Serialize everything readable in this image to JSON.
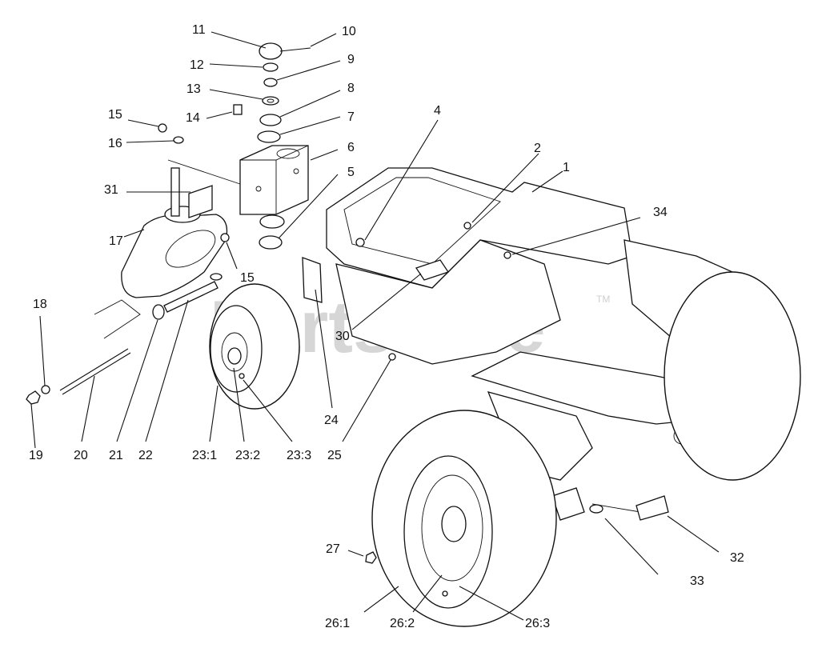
{
  "watermark": {
    "text": "PartsTree",
    "trademark": "TM"
  },
  "callouts": [
    {
      "id": "c1",
      "text": "1"
    },
    {
      "id": "c2",
      "text": "2"
    },
    {
      "id": "c4",
      "text": "4"
    },
    {
      "id": "c5",
      "text": "5"
    },
    {
      "id": "c6",
      "text": "6"
    },
    {
      "id": "c7",
      "text": "7"
    },
    {
      "id": "c8",
      "text": "8"
    },
    {
      "id": "c9",
      "text": "9"
    },
    {
      "id": "c10",
      "text": "10"
    },
    {
      "id": "c11",
      "text": "11"
    },
    {
      "id": "c12",
      "text": "12"
    },
    {
      "id": "c13",
      "text": "13"
    },
    {
      "id": "c14",
      "text": "14"
    },
    {
      "id": "c15a",
      "text": "15"
    },
    {
      "id": "c15b",
      "text": "15"
    },
    {
      "id": "c16",
      "text": "16"
    },
    {
      "id": "c17",
      "text": "17"
    },
    {
      "id": "c18",
      "text": "18"
    },
    {
      "id": "c19",
      "text": "19"
    },
    {
      "id": "c20",
      "text": "20"
    },
    {
      "id": "c21",
      "text": "21"
    },
    {
      "id": "c22",
      "text": "22"
    },
    {
      "id": "c23_1",
      "text": "23:1"
    },
    {
      "id": "c23_2",
      "text": "23:2"
    },
    {
      "id": "c23_3",
      "text": "23:3"
    },
    {
      "id": "c24",
      "text": "24"
    },
    {
      "id": "c25",
      "text": "25"
    },
    {
      "id": "c26_1",
      "text": "26:1"
    },
    {
      "id": "c26_2",
      "text": "26:2"
    },
    {
      "id": "c26_3",
      "text": "26:3"
    },
    {
      "id": "c27",
      "text": "27"
    },
    {
      "id": "c30",
      "text": "30"
    },
    {
      "id": "c31",
      "text": "31"
    },
    {
      "id": "c32",
      "text": "32"
    },
    {
      "id": "c33",
      "text": "33"
    },
    {
      "id": "c34",
      "text": "34"
    }
  ]
}
